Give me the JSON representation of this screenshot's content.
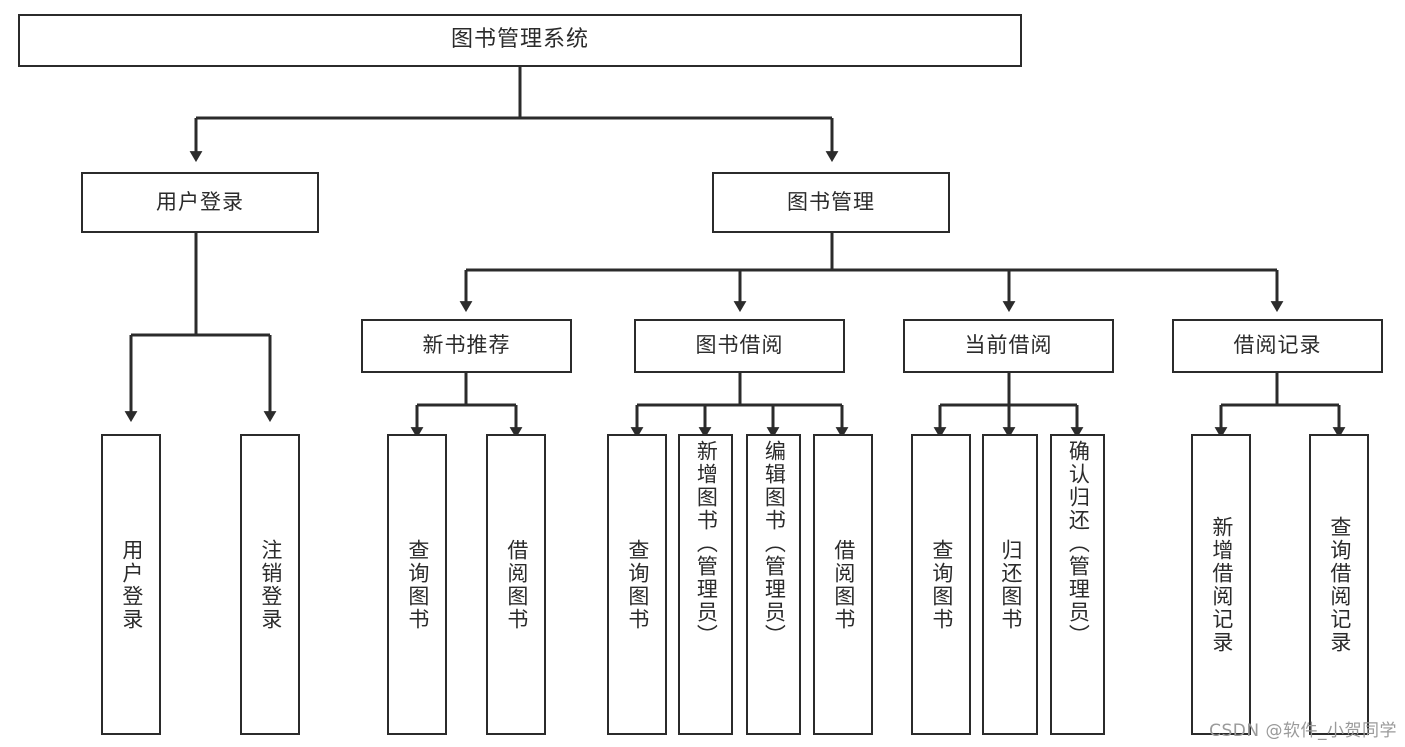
{
  "diagram": {
    "type": "tree-hierarchy",
    "title": "图书管理系统",
    "orientation": "top-down",
    "colors": {
      "box_stroke": "#2b2b2b",
      "box_fill": "#ffffff",
      "connector": "#2b2b2b",
      "background": "#ffffff",
      "watermark": "#9a9a9a"
    }
  },
  "watermark": {
    "text": "CSDN @软件_小贺同学"
  },
  "nodes": {
    "root": {
      "label": "图书管理系统"
    },
    "level1": [
      {
        "id": "user-login",
        "label": "用户登录"
      },
      {
        "id": "book-manage",
        "label": "图书管理"
      }
    ],
    "level2": [
      {
        "id": "new-book-recommend",
        "label": "新书推荐"
      },
      {
        "id": "book-borrow",
        "label": "图书借阅"
      },
      {
        "id": "current-borrow",
        "label": "当前借阅"
      },
      {
        "id": "borrow-record",
        "label": "借阅记录"
      }
    ],
    "leaves": {
      "user_login": [
        {
          "id": "leaf-user-login",
          "label": "用户登录"
        },
        {
          "id": "leaf-logout-login",
          "label": "注销登录"
        }
      ],
      "new_book_recommend": [
        {
          "id": "leaf-query-book-1",
          "label": "查询图书"
        },
        {
          "id": "leaf-borrow-book-1",
          "label": "借阅图书"
        }
      ],
      "book_borrow": [
        {
          "id": "leaf-query-book-2",
          "label": "查询图书"
        },
        {
          "id": "leaf-add-book",
          "label": "新增图书（管理员）"
        },
        {
          "id": "leaf-edit-book",
          "label": "编辑图书（管理员）"
        },
        {
          "id": "leaf-borrow-book-2",
          "label": "借阅图书"
        }
      ],
      "current_borrow": [
        {
          "id": "leaf-query-book-3",
          "label": "查询图书"
        },
        {
          "id": "leaf-return-book",
          "label": "归还图书"
        },
        {
          "id": "leaf-confirm-return",
          "label": "确认归还（管理员）"
        }
      ],
      "borrow_record": [
        {
          "id": "leaf-add-record",
          "label": "新增借阅记录"
        },
        {
          "id": "leaf-query-record",
          "label": "查询借阅记录"
        }
      ]
    }
  }
}
